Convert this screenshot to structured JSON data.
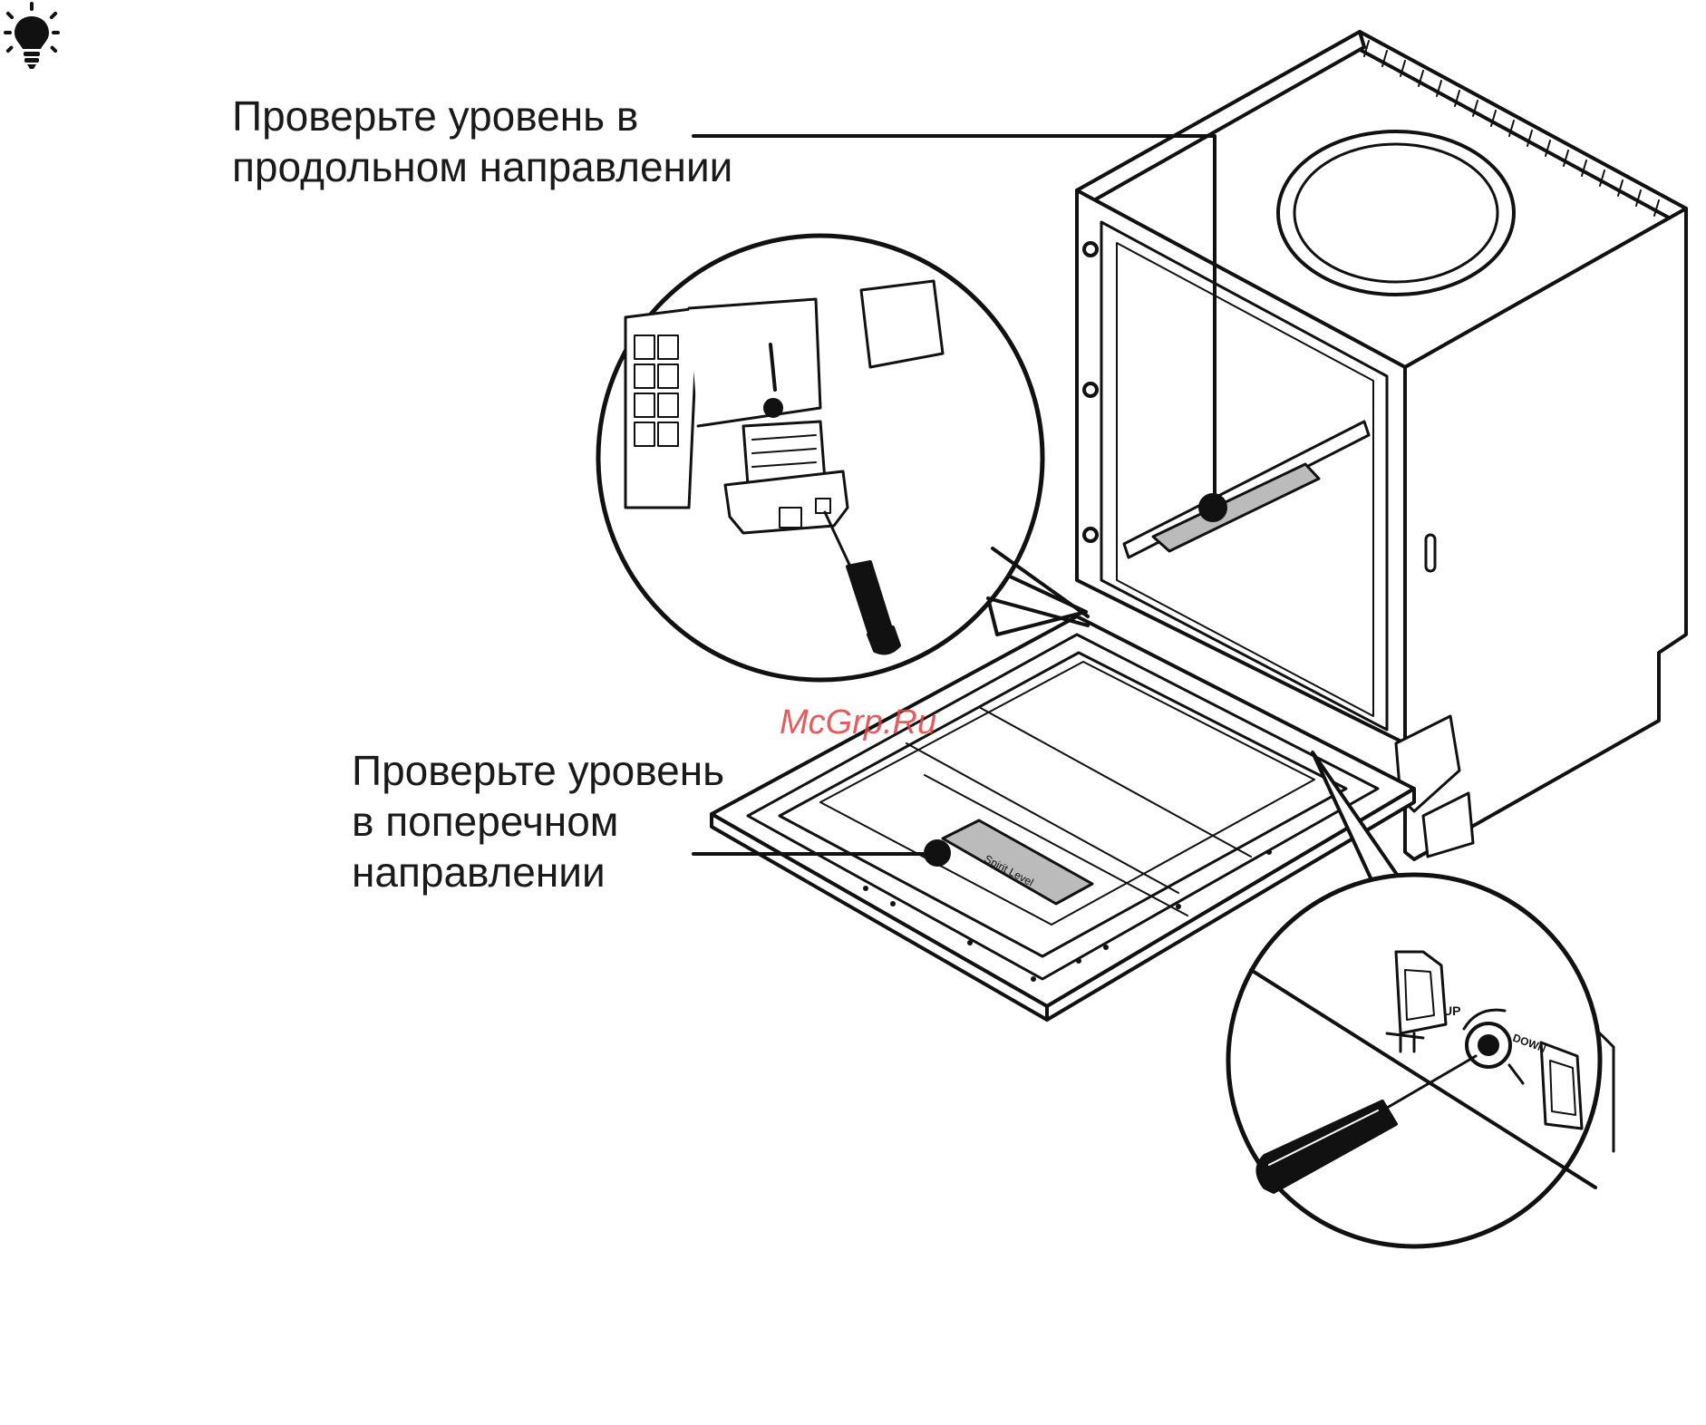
{
  "callouts": {
    "longitudinal": {
      "line1": "Проверьте уровень в",
      "line2": "продольном направлении"
    },
    "transverse": {
      "line1": "Проверьте уровень",
      "line2": "в поперечном",
      "line3": "направлении"
    }
  },
  "watermark": "McGrp.Ru",
  "door_level_label": "Spirit Level",
  "adjust_labels": {
    "up": "UP",
    "down": "DOWN"
  },
  "icons": [
    "lightbulb-icon",
    "screwdriver-icon",
    "spirit-level-icon"
  ],
  "colors": {
    "line": "#111111",
    "watermark": "#e04040"
  }
}
